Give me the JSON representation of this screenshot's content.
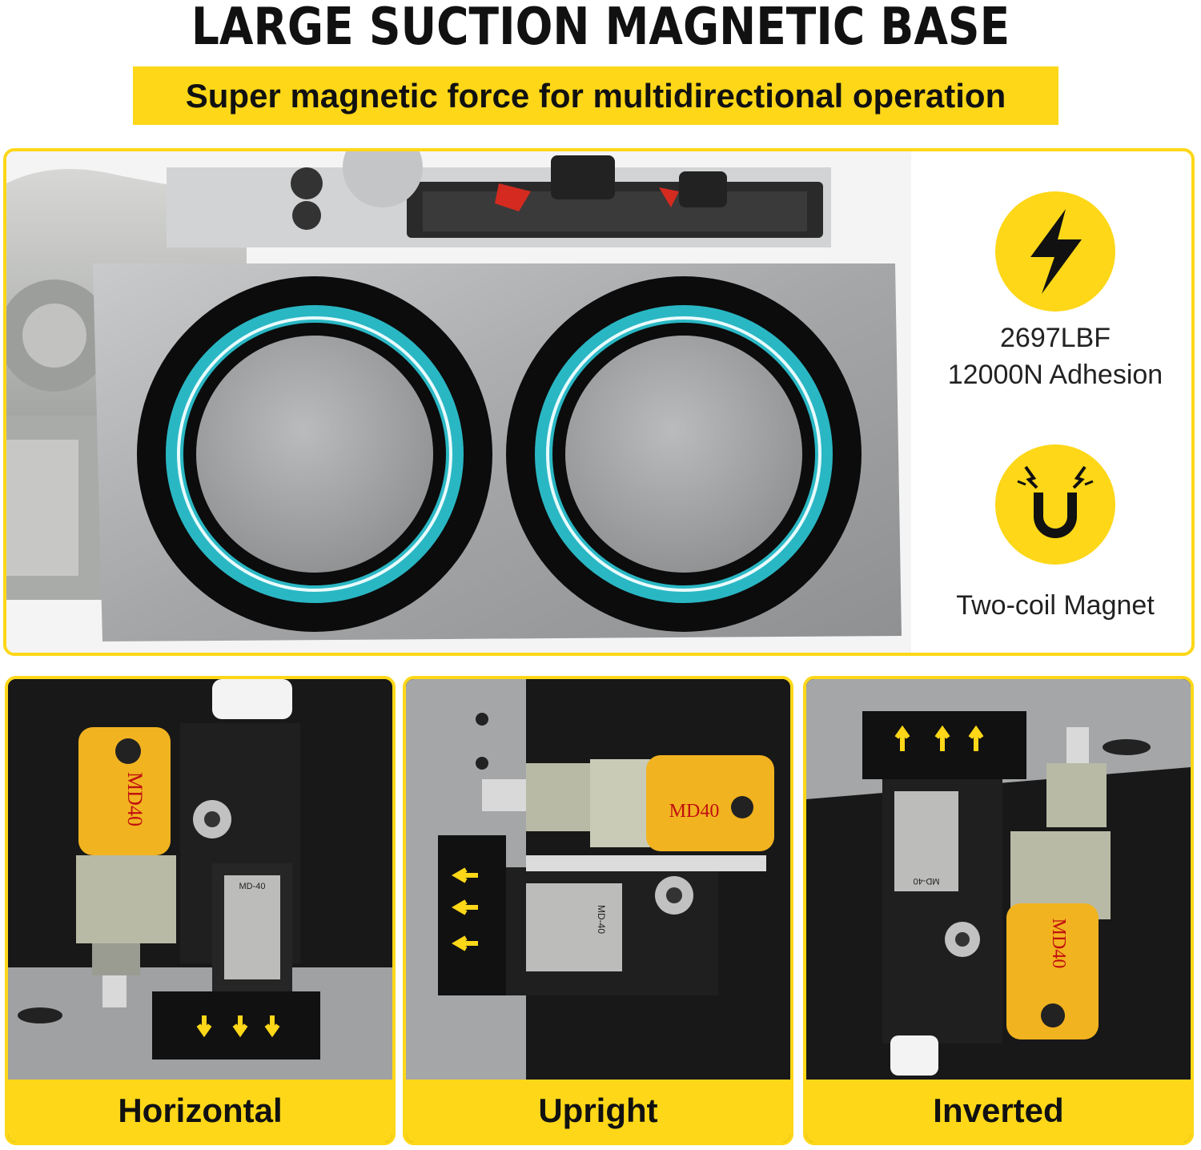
{
  "header": {
    "title": "LARGE SUCTION MAGNETIC BASE",
    "subtitle": "Super magnetic force for multidirectional operation"
  },
  "features": [
    {
      "icon": "lightning-bolt-icon",
      "lines": [
        "2697LBF",
        "12000N Adhesion"
      ]
    },
    {
      "icon": "horseshoe-magnet-icon",
      "lines": [
        "Two-coil Magnet"
      ]
    }
  ],
  "orientations": [
    {
      "label": "Horizontal",
      "model": "MD40",
      "plate": "MD-40"
    },
    {
      "label": "Upright",
      "model": "MD40",
      "plate": "MD-40"
    },
    {
      "label": "Inverted",
      "model": "MD40",
      "plate": "MD-40"
    }
  ],
  "colors": {
    "accent": "#fdd718",
    "magnet_ring": "#2ab7c4",
    "steel": "#a7a9ab",
    "drill_body": "#f2b320"
  }
}
